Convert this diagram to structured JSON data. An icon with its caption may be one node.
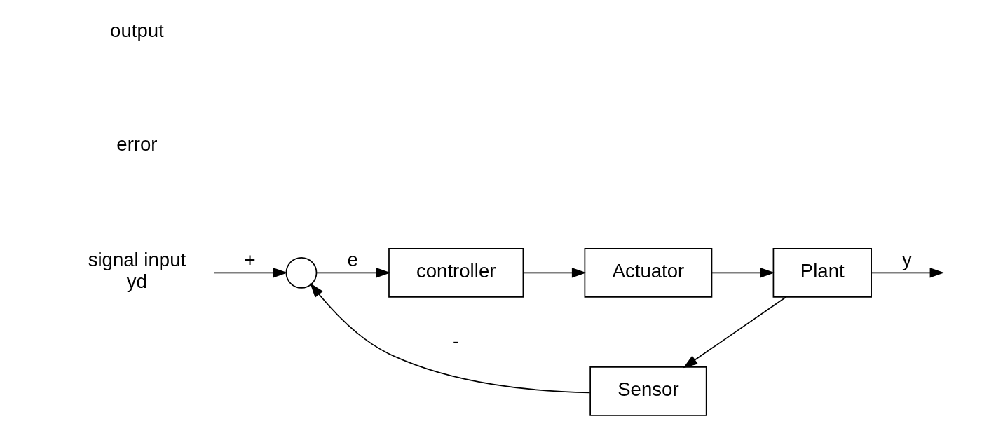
{
  "diagram": {
    "nodes": [
      {
        "text": [
          "signal input",
          "yd"
        ]
      },
      {
        "text": [],
        "shape": "circle"
      },
      {
        "text": [
          "controller"
        ]
      },
      {
        "text": [
          "Actuator"
        ]
      },
      {
        "text": [
          "Plant"
        ]
      },
      {
        "text": [
          "Sensor"
        ]
      }
    ],
    "edges": [
      {
        "from": 0,
        "to": 1,
        "arrow": "to",
        "label": "+"
      },
      {
        "from": 1,
        "to": 2,
        "arrow": "to",
        "label": "e"
      },
      {
        "from": 2,
        "to": 3,
        "arrow": "to"
      },
      {
        "from": 3,
        "to": 4,
        "arrow": "to"
      },
      {
        "from": 4,
        "to": null,
        "arrow": "to",
        "label": "y"
      },
      {
        "from": 4,
        "to": 5,
        "arrow": "to"
      },
      {
        "from": 5,
        "to": 1,
        "arrow": "to",
        "label": "-"
      }
    ],
    "labels": [
      "error",
      "output"
    ]
  }
}
